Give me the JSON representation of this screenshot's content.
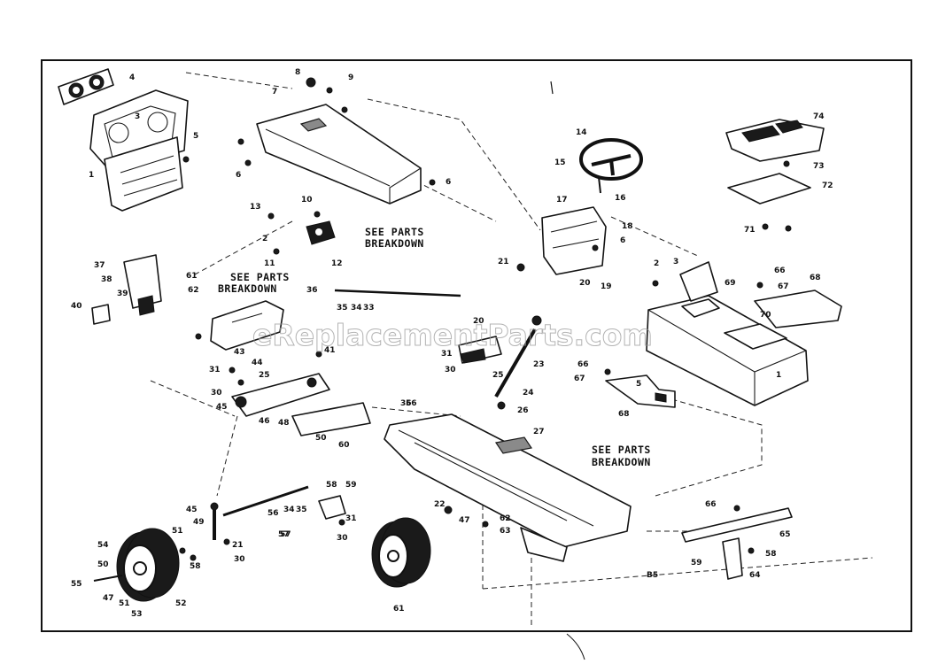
{
  "diagram": {
    "watermark": "eReplacementParts.com",
    "page_mark": "B5",
    "notes": [
      {
        "line1": "SEE PARTS",
        "line2": "BREAKDOWN"
      },
      {
        "line1": "SEE PARTS",
        "line2": "BREAKDOWN"
      },
      {
        "line1": "SEE PARTS",
        "line2": "BREAKDOWN"
      }
    ],
    "callouts": [
      "4",
      "3",
      "1",
      "5",
      "8",
      "9",
      "7",
      "6",
      "6",
      "14",
      "15",
      "16",
      "74",
      "73",
      "72",
      "17",
      "18",
      "6",
      "13",
      "10",
      "2",
      "11",
      "12",
      "21",
      "20",
      "19",
      "37",
      "38",
      "39",
      "61",
      "62",
      "40",
      "36",
      "35",
      "34",
      "33",
      "2",
      "3",
      "66",
      "67",
      "68",
      "70",
      "69",
      "71",
      "1",
      "43",
      "41",
      "44",
      "31",
      "25",
      "30",
      "45",
      "46",
      "48",
      "50",
      "60",
      "20",
      "31",
      "30",
      "23",
      "25",
      "24",
      "26",
      "66",
      "67",
      "5",
      "68",
      "36",
      "27",
      "45",
      "49",
      "51",
      "58",
      "56",
      "34",
      "35",
      "57",
      "58",
      "59",
      "31",
      "30",
      "54",
      "50",
      "55",
      "47",
      "51",
      "53",
      "52",
      "21",
      "30",
      "22",
      "47",
      "62",
      "63",
      "61",
      "66",
      "65",
      "59",
      "58",
      "64",
      "56",
      "57"
    ]
  }
}
